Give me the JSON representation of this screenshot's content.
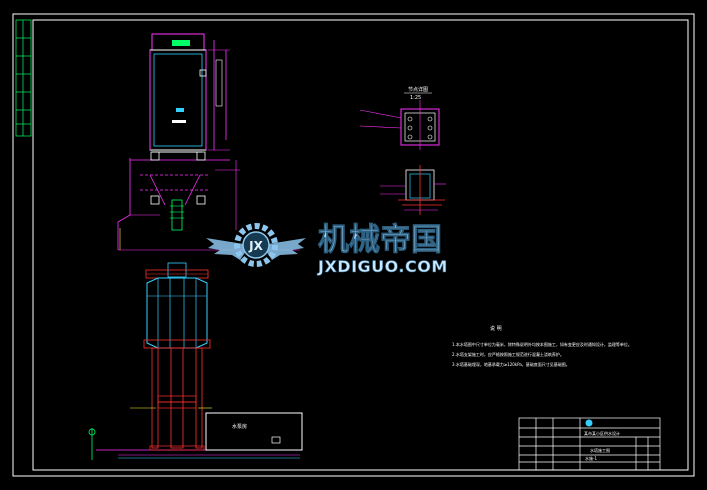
{
  "watermark": {
    "title": "机械帝国",
    "url": "JXDIGUO.COM",
    "emblem": "JX"
  },
  "detail": {
    "label": "节点详图",
    "scale": "1:25"
  },
  "notes": {
    "heading": "说 明",
    "lines": [
      "1.本水塔图中尺寸单位为毫米，除特殊说明外均按本图施工，如有变更应及时通知设计，监理等单位。",
      "2.水塔支架施工时，应严格按照施工规范进行混凝土浇筑养护。",
      "3.水塔基础埋深，地基承载力≥120kPa，基础底面尺寸见基础图。"
    ]
  },
  "pump_house": {
    "label": "水泵房"
  },
  "title_block": {
    "project": "某市某小区供水设计",
    "drawing_title": "水塔施工图",
    "drawing_no": "水施-1"
  },
  "colors": {
    "frame": "#ffffff",
    "magenta": "#ff33ff",
    "cyan": "#35d0ff",
    "green": "#00ff66",
    "red": "#ff3030",
    "yellow": "#ffff33",
    "watermark_blue": "#8cc6ec"
  }
}
